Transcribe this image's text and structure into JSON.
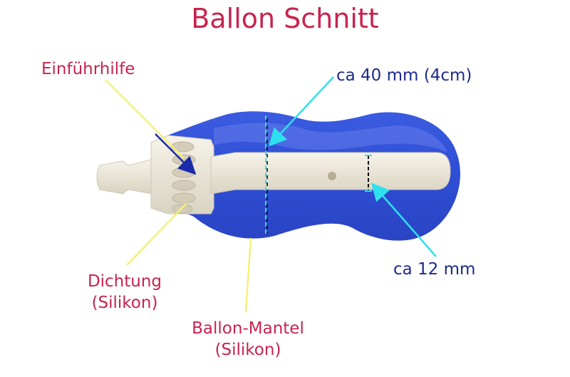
{
  "title": "Ballon Schnitt",
  "labels": {
    "einfuehrhilfe": "Einführhilfe",
    "diameter_outer": "ca 40 mm (4cm)",
    "diameter_inner": "ca 12 mm",
    "dichtung_line1": "Dichtung",
    "dichtung_line2": "(Silikon)",
    "mantel_line1": "Ballon-Mantel",
    "mantel_line2": "(Silikon)"
  },
  "colors": {
    "title": "#c8234e",
    "label_crimson": "#c8234e",
    "label_navy": "#1d2a8a",
    "balloon": "#2f4fd6",
    "tube": "#ece8dc",
    "arrow_yellow": "#f5f07a",
    "arrow_cyan": "#2ee0ee",
    "arrow_navy": "#1a2aa8"
  }
}
